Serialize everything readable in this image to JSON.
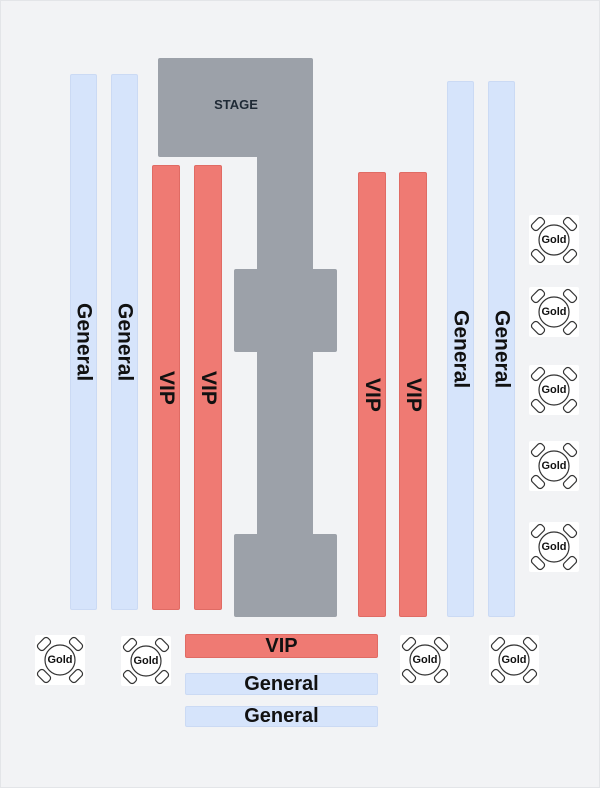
{
  "stage": {
    "label": "STAGE",
    "color": "#9ca1a9"
  },
  "section_labels": {
    "general": "General",
    "vip": "VIP"
  },
  "table_label": "Gold",
  "colors": {
    "general": "#d6e4fb",
    "vip": "#ef7a73",
    "background": "#f2f3f5"
  },
  "tables": {
    "right_column": [
      "Gold",
      "Gold",
      "Gold",
      "Gold",
      "Gold"
    ],
    "bottom_row": [
      "Gold",
      "Gold",
      "Gold",
      "Gold"
    ]
  },
  "bottom_sections": [
    "VIP",
    "General",
    "General"
  ]
}
